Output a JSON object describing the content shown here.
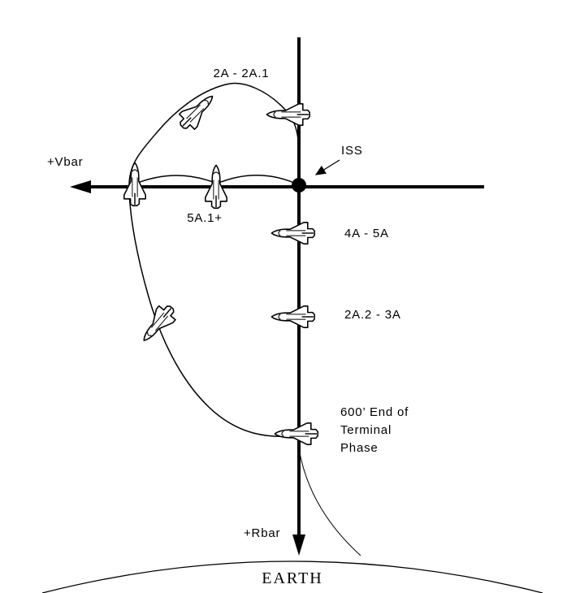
{
  "labels": {
    "vbar": "+Vbar",
    "rbar": "+Rbar",
    "iss": "ISS",
    "earth": "EARTH",
    "flight_top": "2A - 2A.1",
    "flight_left": "5A.1+",
    "flight_right_upper": "4A - 5A",
    "flight_right_lower": "2A.2 - 3A",
    "terminal_line1": "600’ End of",
    "terminal_line2": "Terminal",
    "terminal_line3": "Phase"
  },
  "icons": {
    "shuttle": "shuttle-orbiter-icon",
    "iss_marker": "iss-dot"
  },
  "colors": {
    "ink": "#000000",
    "background": "#ffffff"
  }
}
